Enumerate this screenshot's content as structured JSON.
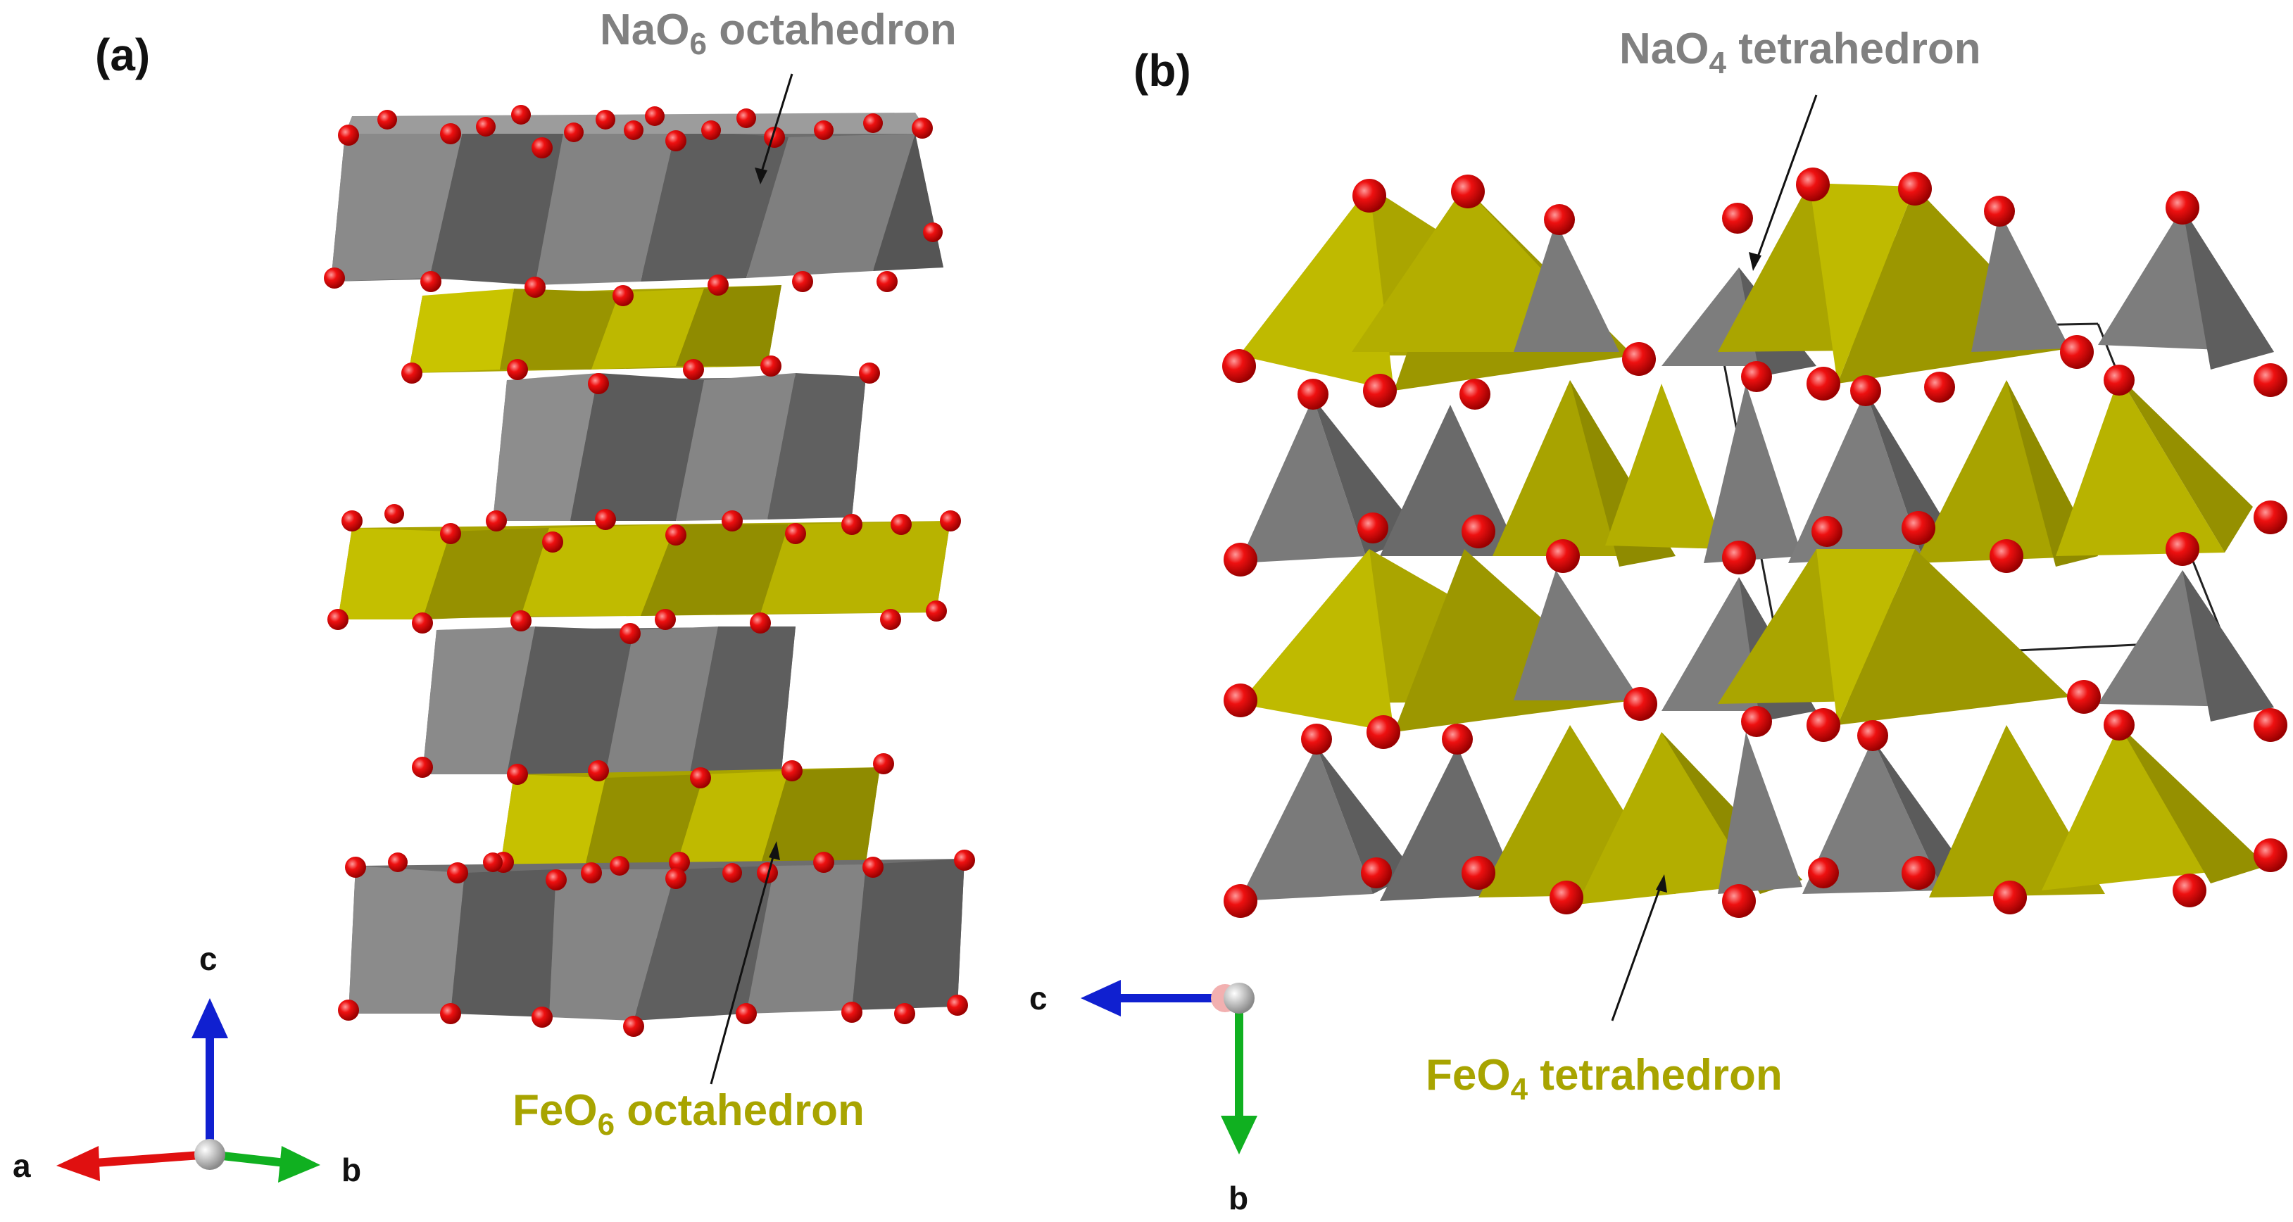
{
  "panels": [
    {
      "label": "(a)",
      "callouts": {
        "top": {
          "formula": "NaO",
          "subscript": "6",
          "name": " octahedron"
        },
        "bottom": {
          "formula": "FeO",
          "subscript": "6",
          "name": " octahedron"
        }
      },
      "axes": {
        "a": "a",
        "b": "b",
        "c": "c"
      }
    },
    {
      "label": "(b)",
      "callouts": {
        "top": {
          "formula": "NaO",
          "subscript": "4",
          "name": " tetrahedron"
        },
        "bottom": {
          "formula": "FeO",
          "subscript": "4",
          "name": " tetrahedron"
        }
      },
      "axes": {
        "c": "c",
        "b": "b"
      }
    }
  ],
  "colors": {
    "na_polyhedron": "#7a7a7a",
    "fe_polyhedron": "#b5b000",
    "oxygen": "#e60000",
    "na_label": "#808080",
    "fe_label": "#a8a400",
    "axis_a": "#e01010",
    "axis_b": "#10b020",
    "axis_c": "#1020d0",
    "axis_origin": "#c8c8c8"
  }
}
